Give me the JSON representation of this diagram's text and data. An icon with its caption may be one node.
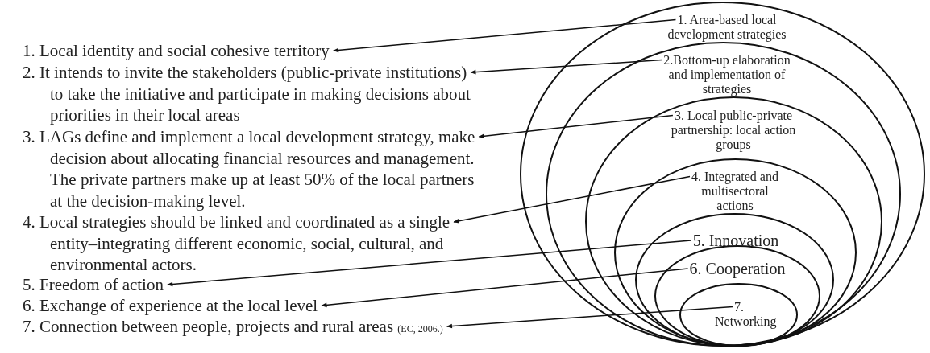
{
  "diagram": {
    "nodes": [
      {
        "text": [
          "1. Local identity and social cohesive territory"
        ]
      },
      {
        "text": [
          "2. It intends to invite the stakeholders (public-private institutions) to take the initiative and participate in making decisions about priorities in their local areas"
        ]
      },
      {
        "text": [
          "3. LAGs define and implement a local development strategy, make decision about allocating financial resources and management. The private partners make up at least 50% of the local partners at the decision-making level."
        ]
      },
      {
        "text": [
          "4. Local strategies should be linked and coordinated as a single entity–integrating different economic, social, cultural, and environmental actors."
        ]
      },
      {
        "text": [
          "5. Freedom of action"
        ]
      },
      {
        "text": [
          "6. Exchange of experience at the local level"
        ]
      },
      {
        "text": [
          "7. Connection between people, projects and rural areas",
          "(EC, 2006.)"
        ]
      },
      {
        "text": [
          "1. Area-based local development strategies"
        ]
      },
      {
        "text": [
          "2.Bottom-up elaboration and implementation of strategies"
        ],
        "in": 7
      },
      {
        "text": [
          "3. Local public-private partnership: local action groups"
        ],
        "in": 8
      },
      {
        "text": [
          "4. Integrated and multisectoral actions"
        ],
        "in": 9
      },
      {
        "text": [
          "5. Innovation"
        ],
        "in": 10
      },
      {
        "text": [
          "6. Cooperation"
        ],
        "in": 11
      },
      {
        "text": [
          "7. Networking"
        ],
        "in": 12
      }
    ],
    "edges": [
      {
        "from": 7,
        "to": 0,
        "arrow": "to"
      },
      {
        "from": 8,
        "to": 1,
        "arrow": "to"
      },
      {
        "from": 9,
        "to": 2,
        "arrow": "to"
      },
      {
        "from": 10,
        "to": 3,
        "arrow": "to"
      },
      {
        "from": 11,
        "to": 4,
        "arrow": "to"
      },
      {
        "from": 12,
        "to": 5,
        "arrow": "to"
      },
      {
        "from": 13,
        "to": 6,
        "arrow": "to"
      }
    ]
  }
}
